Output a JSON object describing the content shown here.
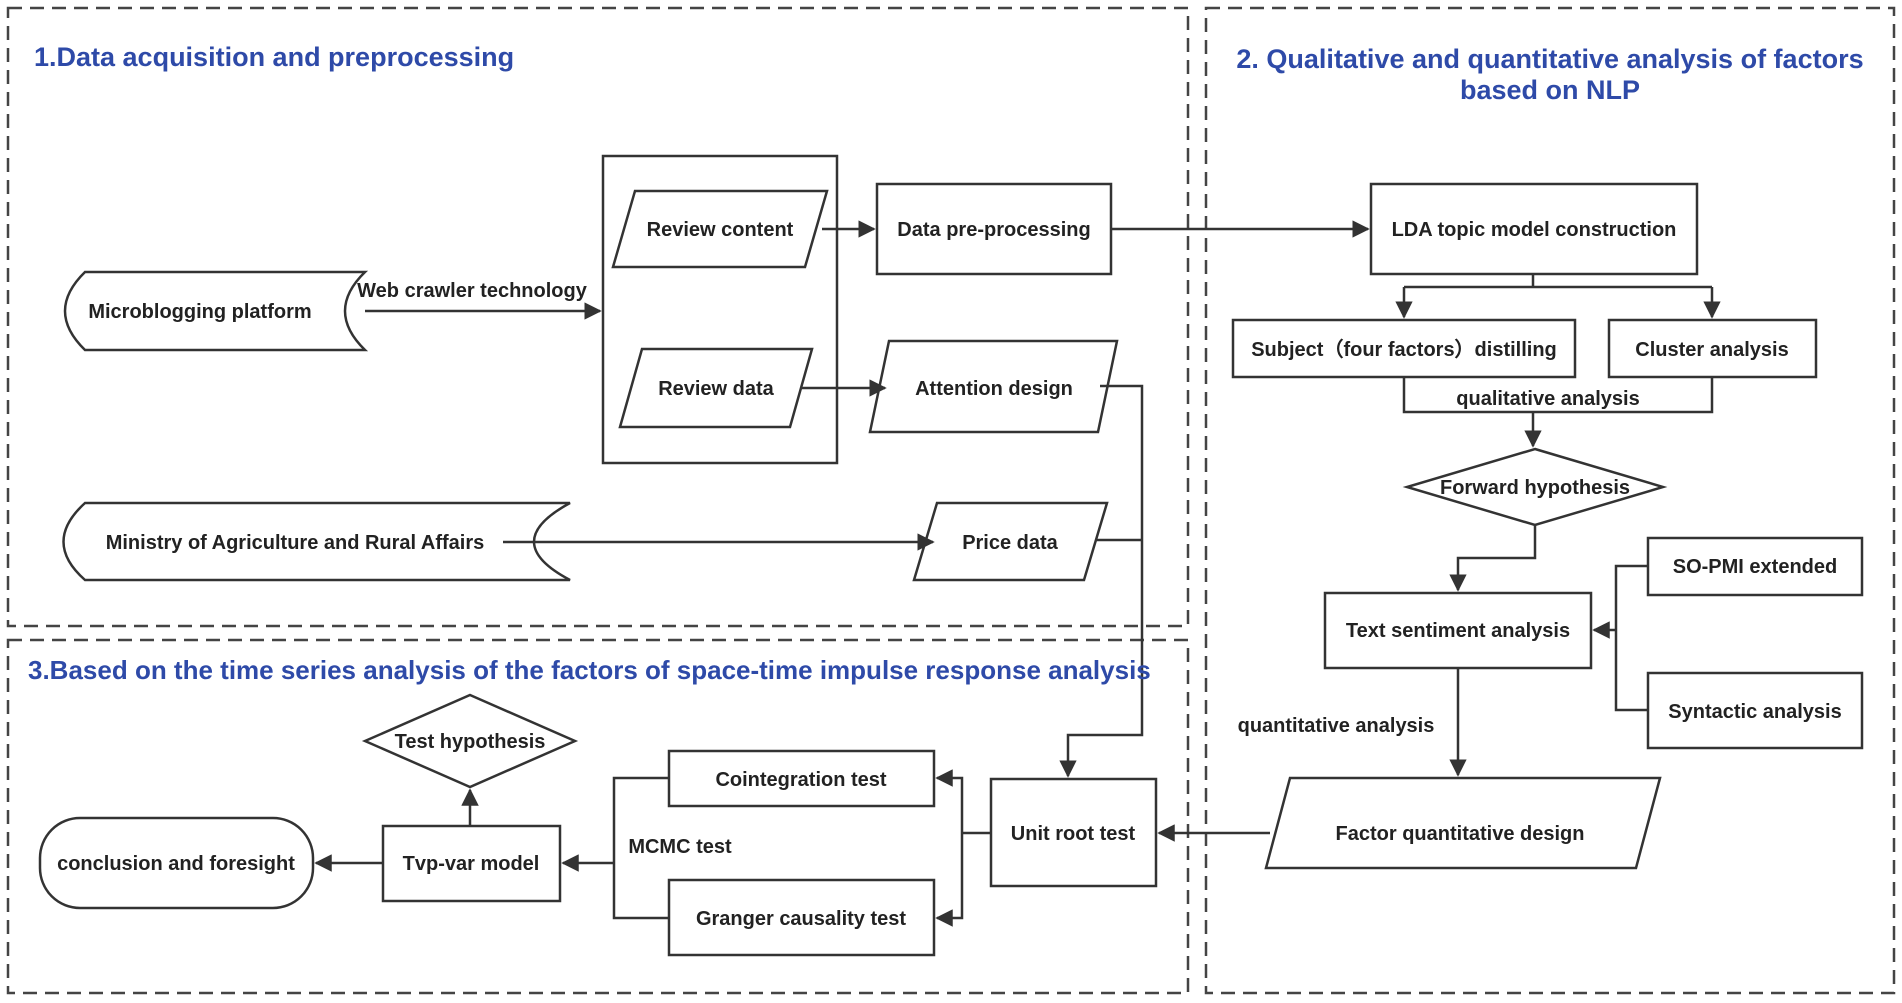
{
  "sections": [
    {
      "id": "1",
      "title": "1.Data acquisition and preprocessing"
    },
    {
      "id": "2",
      "title": "2. Qualitative and quantitative analysis of factors",
      "title_line2": "based on NLP"
    },
    {
      "id": "3",
      "title": "3.Based on the time series analysis of the factors of space-time impulse response analysis"
    }
  ],
  "nodes": {
    "microblogging_platform": "Microblogging platform",
    "ministry": "Ministry of Agriculture and Rural Affairs",
    "review_content": "Review content",
    "review_data": "Review data",
    "data_preprocessing": "Data pre-processing",
    "attention_design": "Attention design",
    "price_data": "Price data",
    "lda": "LDA topic model construction",
    "subject_distilling": "Subject（four factors）distilling",
    "cluster_analysis": "Cluster analysis",
    "forward_hypothesis": "Forward hypothesis",
    "so_pmi": "SO-PMI extended",
    "text_sentiment": "Text sentiment analysis",
    "syntactic_analysis": "Syntactic analysis",
    "factor_quantitative": "Factor quantitative design",
    "unit_root": "Unit root test",
    "cointegration": "Cointegration test",
    "granger": "Granger causality test",
    "tvp_var": "Tvp-var model",
    "test_hypothesis": "Test hypothesis",
    "conclusion": "conclusion and foresight"
  },
  "edge_labels": {
    "web_crawler": "Web crawler technology",
    "qualitative": "qualitative analysis",
    "quantitative": "quantitative analysis",
    "mcmc": "MCMC test"
  },
  "colors": {
    "title": "#2e4aa8",
    "stroke": "#333333",
    "text": "#222222",
    "dash": "#444444"
  }
}
